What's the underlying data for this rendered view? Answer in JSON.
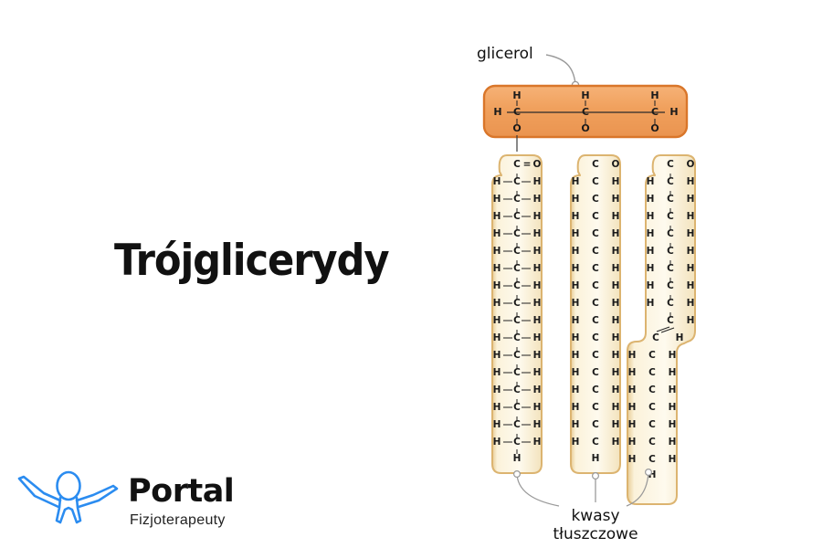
{
  "page": {
    "background": "#ffffff",
    "title": "Trójglicerydy"
  },
  "logo": {
    "name": "Portal",
    "subtitle": "Fizjoterapeuty",
    "mark_color": "#2b8cf0",
    "text_color": "#111111"
  },
  "diagram": {
    "labels": {
      "glycerol": "glicerol",
      "fatty_acids_line1": "kwasy",
      "fatty_acids_line2": "tłuszczowe"
    },
    "colors": {
      "glycerol_fill": "#f2a460",
      "glycerol_border": "#d9762a",
      "chain_fill": "#fdf3dc",
      "chain_border": "#dcb470",
      "bond": "#222222",
      "leader": "#9a9a9a",
      "atom": "#1a1a1a"
    },
    "glycerol": {
      "units": [
        {
          "top": "H",
          "center": "C",
          "bottom": "O",
          "left": "H",
          "right": ""
        },
        {
          "top": "H",
          "center": "C",
          "bottom": "O",
          "left": "",
          "right": ""
        },
        {
          "top": "H",
          "center": "C",
          "bottom": "O",
          "left": "",
          "right": "H"
        }
      ]
    },
    "chains": [
      {
        "id": "chain-saturated-1",
        "type": "saturated",
        "head": {
          "c": "C",
          "bond": "=",
          "o": "O"
        },
        "body_rows": 16,
        "row": {
          "left": "H",
          "center": "C",
          "right": "H"
        },
        "show_bonds": true,
        "terminal": "H",
        "dot_side": "right"
      },
      {
        "id": "chain-saturated-2",
        "type": "saturated",
        "head": {
          "c": "C",
          "bond": "",
          "o": "O"
        },
        "body_rows": 16,
        "row": {
          "left": "H",
          "center": "C",
          "right": "H"
        },
        "show_bonds": false,
        "terminal": "H",
        "dot_side": "right"
      },
      {
        "id": "chain-unsaturated-3",
        "type": "unsaturated",
        "head": {
          "c": "C",
          "bond": "",
          "o": "O"
        },
        "body_rows_upper": 8,
        "double_bond_rows": 2,
        "body_rows_lower": 7,
        "row": {
          "left": "H",
          "center": "C",
          "right": "H"
        },
        "show_bonds": true,
        "terminal": "H",
        "dot_side": "left",
        "kink": true
      }
    ]
  }
}
